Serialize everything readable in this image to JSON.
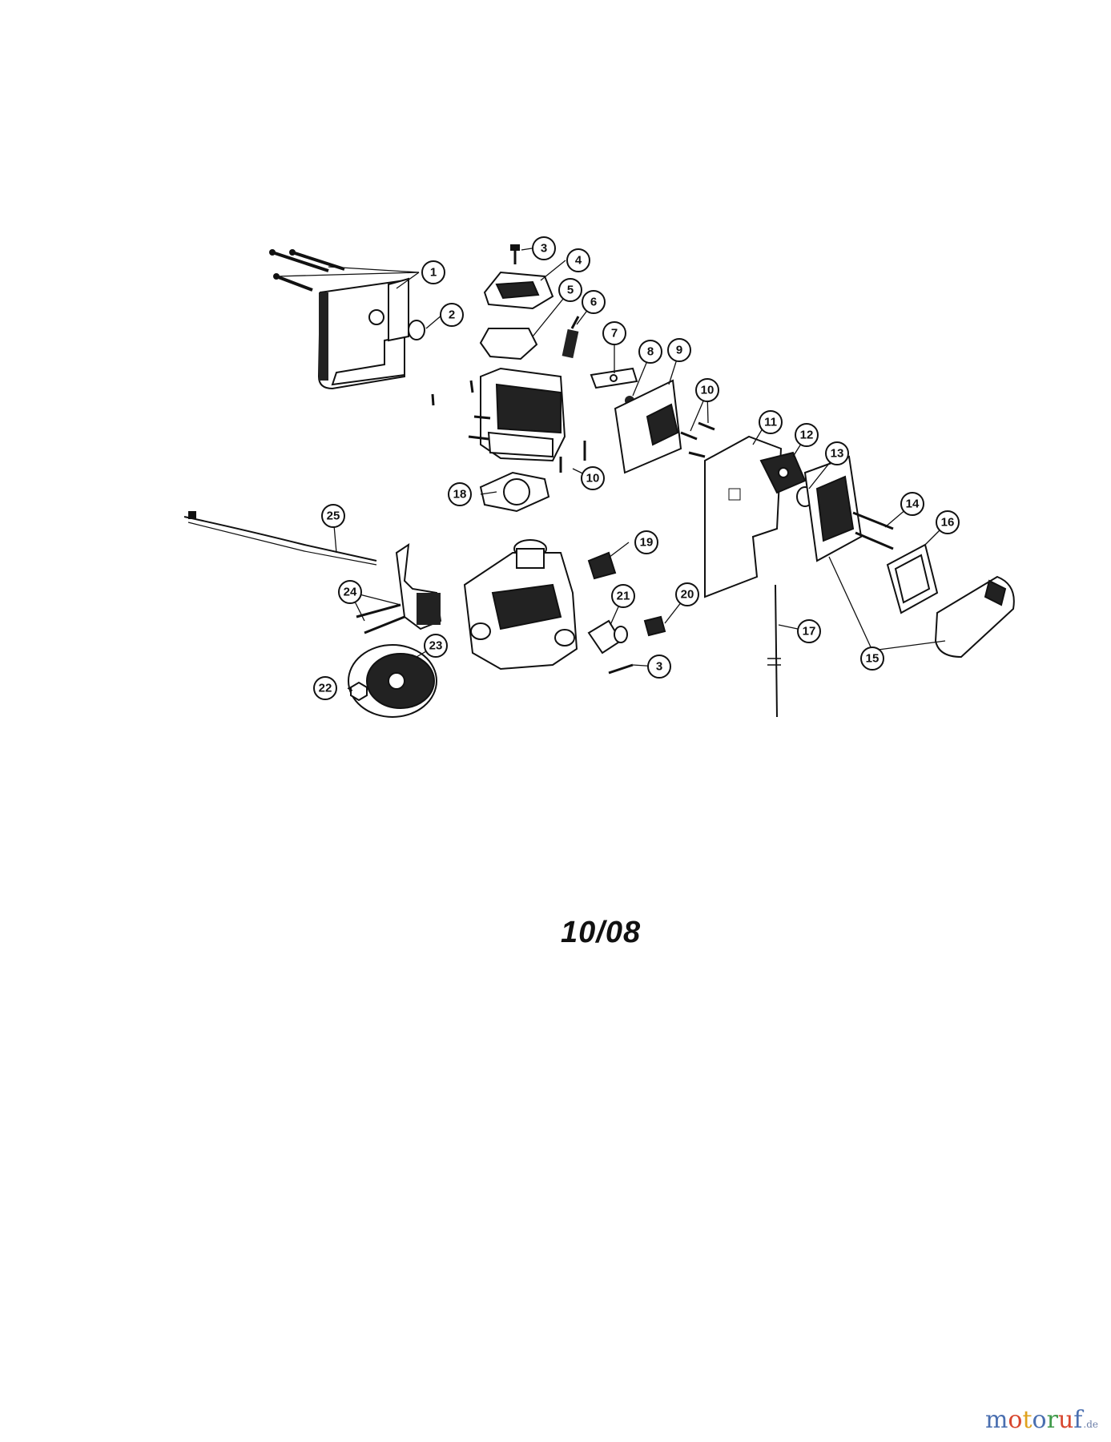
{
  "callouts": [
    {
      "id": "c1",
      "label": "1"
    },
    {
      "id": "c2",
      "label": "2"
    },
    {
      "id": "c3a",
      "label": "3"
    },
    {
      "id": "c4",
      "label": "4"
    },
    {
      "id": "c5",
      "label": "5"
    },
    {
      "id": "c6",
      "label": "6"
    },
    {
      "id": "c7",
      "label": "7"
    },
    {
      "id": "c8",
      "label": "8"
    },
    {
      "id": "c9",
      "label": "9"
    },
    {
      "id": "c10a",
      "label": "10"
    },
    {
      "id": "c10b",
      "label": "10"
    },
    {
      "id": "c11",
      "label": "11"
    },
    {
      "id": "c12",
      "label": "12"
    },
    {
      "id": "c13",
      "label": "13"
    },
    {
      "id": "c14",
      "label": "14"
    },
    {
      "id": "c15",
      "label": "15"
    },
    {
      "id": "c16",
      "label": "16"
    },
    {
      "id": "c17",
      "label": "17"
    },
    {
      "id": "c18",
      "label": "18"
    },
    {
      "id": "c19",
      "label": "19"
    },
    {
      "id": "c20",
      "label": "20"
    },
    {
      "id": "c21",
      "label": "21"
    },
    {
      "id": "c3b",
      "label": "3"
    },
    {
      "id": "c22",
      "label": "22"
    },
    {
      "id": "c23",
      "label": "23"
    },
    {
      "id": "c24",
      "label": "24"
    },
    {
      "id": "c25",
      "label": "25"
    }
  ],
  "date_code": "10/08",
  "watermark": {
    "letters": [
      {
        "ch": "m",
        "color": "#4a6fb0"
      },
      {
        "ch": "o",
        "color": "#d8472f"
      },
      {
        "ch": "t",
        "color": "#e0a21d"
      },
      {
        "ch": "o",
        "color": "#4a6fb0"
      },
      {
        "ch": "r",
        "color": "#3f9a4a"
      },
      {
        "ch": "u",
        "color": "#d8472f"
      },
      {
        "ch": "f",
        "color": "#4a6fb0"
      }
    ],
    "suffix": ".de"
  }
}
